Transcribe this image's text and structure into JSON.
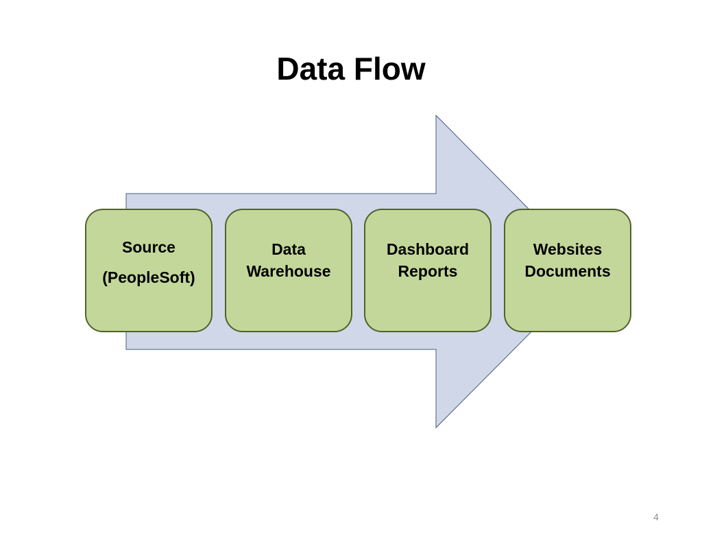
{
  "slide": {
    "title": "Data Flow",
    "page_number": "4"
  },
  "colors": {
    "arrow_fill": "#d0d7e8",
    "arrow_stroke": "#4a5a7a",
    "box_fill": "#c4d79b",
    "box_border": "#4f6228"
  },
  "flow": {
    "steps": [
      {
        "line1": "Source",
        "line2": "(PeopleSoft)"
      },
      {
        "line1": "Data",
        "line2": "Warehouse"
      },
      {
        "line1": "Dashboard",
        "line2": "Reports"
      },
      {
        "line1": "Websites",
        "line2": "Documents"
      }
    ]
  }
}
